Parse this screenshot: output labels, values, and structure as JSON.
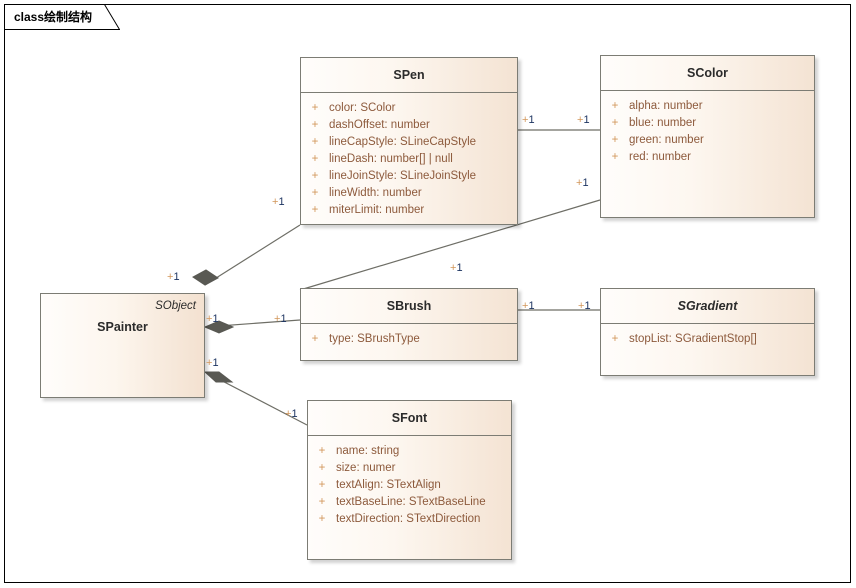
{
  "frame": {
    "keyword": "class",
    "title": "绘制结构"
  },
  "colors": {
    "box_border": "#7c7c74",
    "header_gradient_start": "#fffdfb",
    "header_gradient_end": "#f4e3d3",
    "attribute_text": "#8d5a3c",
    "visibility_marker": "#d2965a",
    "multiplicity_num": "#1d3461",
    "connector_line": "#6e6e66",
    "diamond_fill": "#595953",
    "frame_border": "#000000"
  },
  "classes": [
    {
      "id": "spainter",
      "name": "SPainter",
      "stereotype": "SObject",
      "abstract": false,
      "attributes": []
    },
    {
      "id": "spen",
      "name": "SPen",
      "abstract": false,
      "attributes": [
        {
          "visibility": "+",
          "text": "color: SColor"
        },
        {
          "visibility": "+",
          "text": "dashOffset: number"
        },
        {
          "visibility": "+",
          "text": "lineCapStyle: SLineCapStyle"
        },
        {
          "visibility": "+",
          "text": "lineDash: number[] | null"
        },
        {
          "visibility": "+",
          "text": "lineJoinStyle: SLineJoinStyle"
        },
        {
          "visibility": "+",
          "text": "lineWidth: number"
        },
        {
          "visibility": "+",
          "text": "miterLimit: number"
        }
      ]
    },
    {
      "id": "scolor",
      "name": "SColor",
      "abstract": false,
      "attributes": [
        {
          "visibility": "+",
          "text": "alpha: number"
        },
        {
          "visibility": "+",
          "text": "blue: number"
        },
        {
          "visibility": "+",
          "text": "green: number"
        },
        {
          "visibility": "+",
          "text": "red: number"
        }
      ]
    },
    {
      "id": "sbrush",
      "name": "SBrush",
      "abstract": false,
      "attributes": [
        {
          "visibility": "+",
          "text": "type: SBrushType"
        }
      ]
    },
    {
      "id": "sgradient",
      "name": "SGradient",
      "abstract": true,
      "attributes": [
        {
          "visibility": "+",
          "text": "stopList: SGradientStop[]"
        }
      ]
    },
    {
      "id": "sfont",
      "name": "SFont",
      "abstract": false,
      "attributes": [
        {
          "visibility": "+",
          "text": "name: string"
        },
        {
          "visibility": "+",
          "text": "size: numer"
        },
        {
          "visibility": "+",
          "text": "textAlign: STextAlign"
        },
        {
          "visibility": "+",
          "text": "textBaseLine: STextBaseLine"
        },
        {
          "visibility": "+",
          "text": "textDirection: STextDirection"
        }
      ]
    }
  ],
  "multiplicities": [
    {
      "id": "m-painter-pen",
      "label": "+1"
    },
    {
      "id": "m-pen-painter",
      "label": "+1"
    },
    {
      "id": "m-pen-color",
      "label": "+1"
    },
    {
      "id": "m-color-pen",
      "label": "+1"
    },
    {
      "id": "m-color-brush",
      "label": "+1"
    },
    {
      "id": "m-brush-color",
      "label": "+1"
    },
    {
      "id": "m-painter-brush",
      "label": "+1"
    },
    {
      "id": "m-brush-painter",
      "label": "+1"
    },
    {
      "id": "m-brush-gradient",
      "label": "+1"
    },
    {
      "id": "m-gradient-brush",
      "label": "+1"
    },
    {
      "id": "m-painter-font",
      "label": "+1"
    },
    {
      "id": "m-font-painter",
      "label": "+1"
    }
  ]
}
